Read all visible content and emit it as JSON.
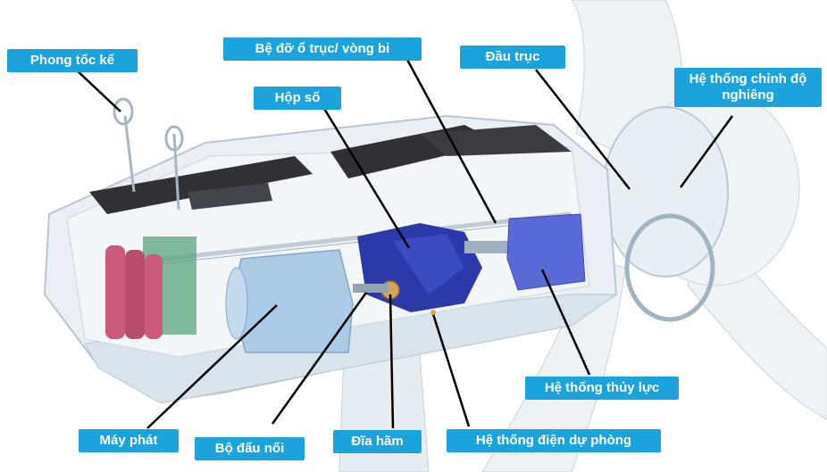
{
  "colors": {
    "label_bg": "#1aa3dc",
    "label_text": "#ffffff",
    "leader_line": "#000000",
    "nacelle": "#e9eff4",
    "generator": "#a9cbe6",
    "gearbox": "#2b3aa8",
    "hydraulic": "#5a6ad8",
    "transformer": "#c95a78",
    "roof_panel": "#2f3136"
  },
  "labels": {
    "anemometer": "Phong tốc kế",
    "bearing": "Bệ đỡ ổ trục/ vòng bi",
    "rotor_hub": "Đầu trục",
    "pitch_system": "Hệ thống chỉnh độ nghiêng",
    "gearbox": "Hộp số",
    "hydraulic": "Hệ thống thủy lực",
    "generator": "Máy phát",
    "coupling": "Bộ đấu nối",
    "brake_disc": "Đĩa hãm",
    "backup_power": "Hệ thống điện dự phòng"
  }
}
